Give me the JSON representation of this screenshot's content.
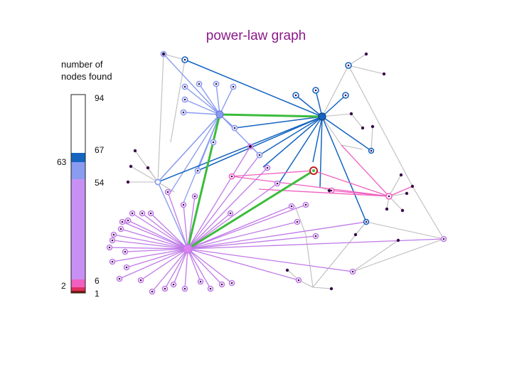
{
  "title": "power-law graph",
  "legend": {
    "title_line1": "number of",
    "title_line2": "nodes found",
    "right_labels": [
      "94",
      "67",
      "54",
      "6",
      "1"
    ],
    "left_labels": [
      "63",
      "2"
    ],
    "segments": [
      {
        "color": "#ffffff",
        "from": 94,
        "to": 67
      },
      {
        "color": "#1565c0",
        "from": 67,
        "to": 63
      },
      {
        "color": "#8a9cf0",
        "from": 63,
        "to": 54
      },
      {
        "color": "#c890f4",
        "from": 54,
        "to": 6
      },
      {
        "color": "#f060c0",
        "from": 6,
        "to": 2
      },
      {
        "color": "#e03060",
        "from": 2,
        "to": 1
      },
      {
        "color": "#7a1a0a",
        "from": 1,
        "to": 0
      }
    ]
  },
  "colors": {
    "title": "#8b1a8b",
    "deep_blue": "#1565c0",
    "periwinkle": "#8a9cf0",
    "violet": "#c07ae8",
    "pink": "#f060c0",
    "green": "#3cbc3c",
    "grey_edge": "#bdbdbd",
    "node_dark": "#3a0a4a"
  }
}
